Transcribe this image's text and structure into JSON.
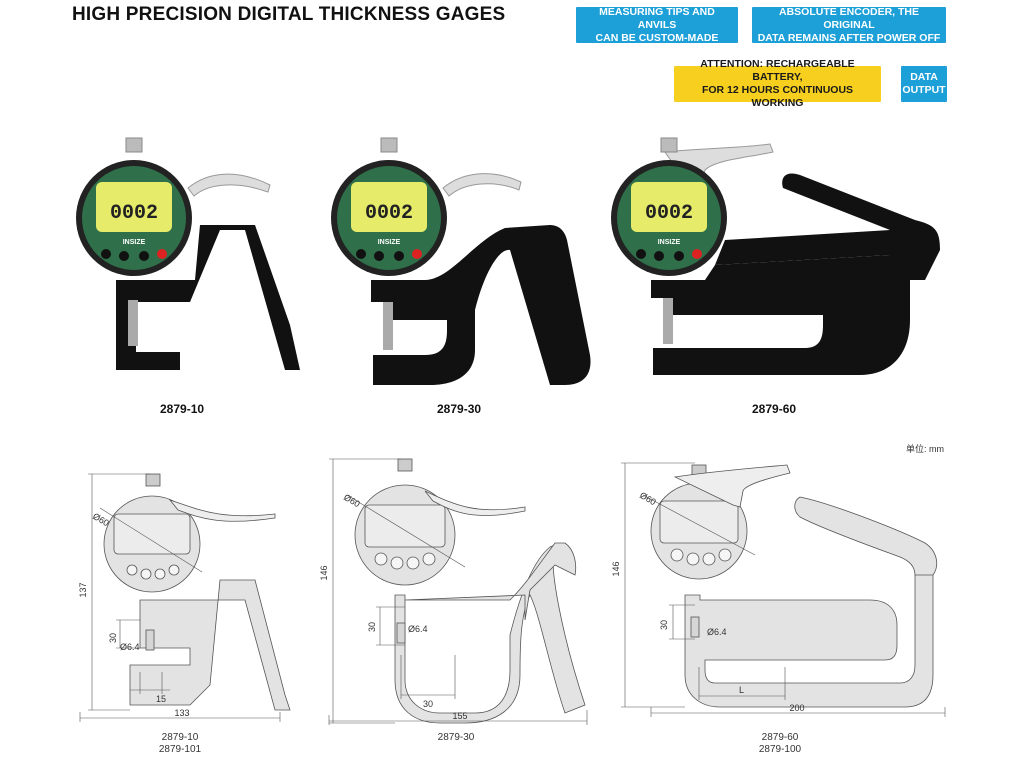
{
  "title": "HIGH PRECISION DIGITAL THICKNESS GAGES",
  "badges": {
    "custom": "MEASURING TIPS AND ANVILS\nCAN BE CUSTOM-MADE",
    "encoder": "ABSOLUTE ENCODER, THE ORIGINAL\nDATA REMAINS AFTER POWER OFF",
    "battery": "ATTENTION: RECHARGEABLE BATTERY,\nFOR 12 HOURS CONTINUOUS WORKING",
    "data": "DATA\nOUTPUT"
  },
  "colors": {
    "badge_blue": "#1d9fd8",
    "badge_yellow": "#f7cf1f",
    "lcd": "#e6ec6a",
    "gauge_body": "#111111",
    "drawing_fill": "#e3e3e3"
  },
  "gauge": {
    "display": "0002",
    "brand": "INSIZE"
  },
  "models": {
    "m10": "2879-10",
    "m30": "2879-30",
    "m60": "2879-60"
  },
  "unit_note": "单位: mm",
  "drawings": {
    "d1": {
      "dia": "Ø60",
      "height": "137",
      "depth": "30",
      "tip": "Ø6.4",
      "inner": "15",
      "width": "133",
      "caption1": "2879-10",
      "caption2": "2879-101"
    },
    "d2": {
      "dia": "Ø60",
      "height": "146",
      "depth": "30",
      "tip": "Ø6.4",
      "inner": "30",
      "width": "155",
      "caption1": "2879-30"
    },
    "d3": {
      "dia": "Ø60",
      "height": "146",
      "depth": "30",
      "tip": "Ø6.4",
      "inner": "L",
      "width": "200",
      "caption1": "2879-60",
      "caption2": "2879-100"
    }
  }
}
